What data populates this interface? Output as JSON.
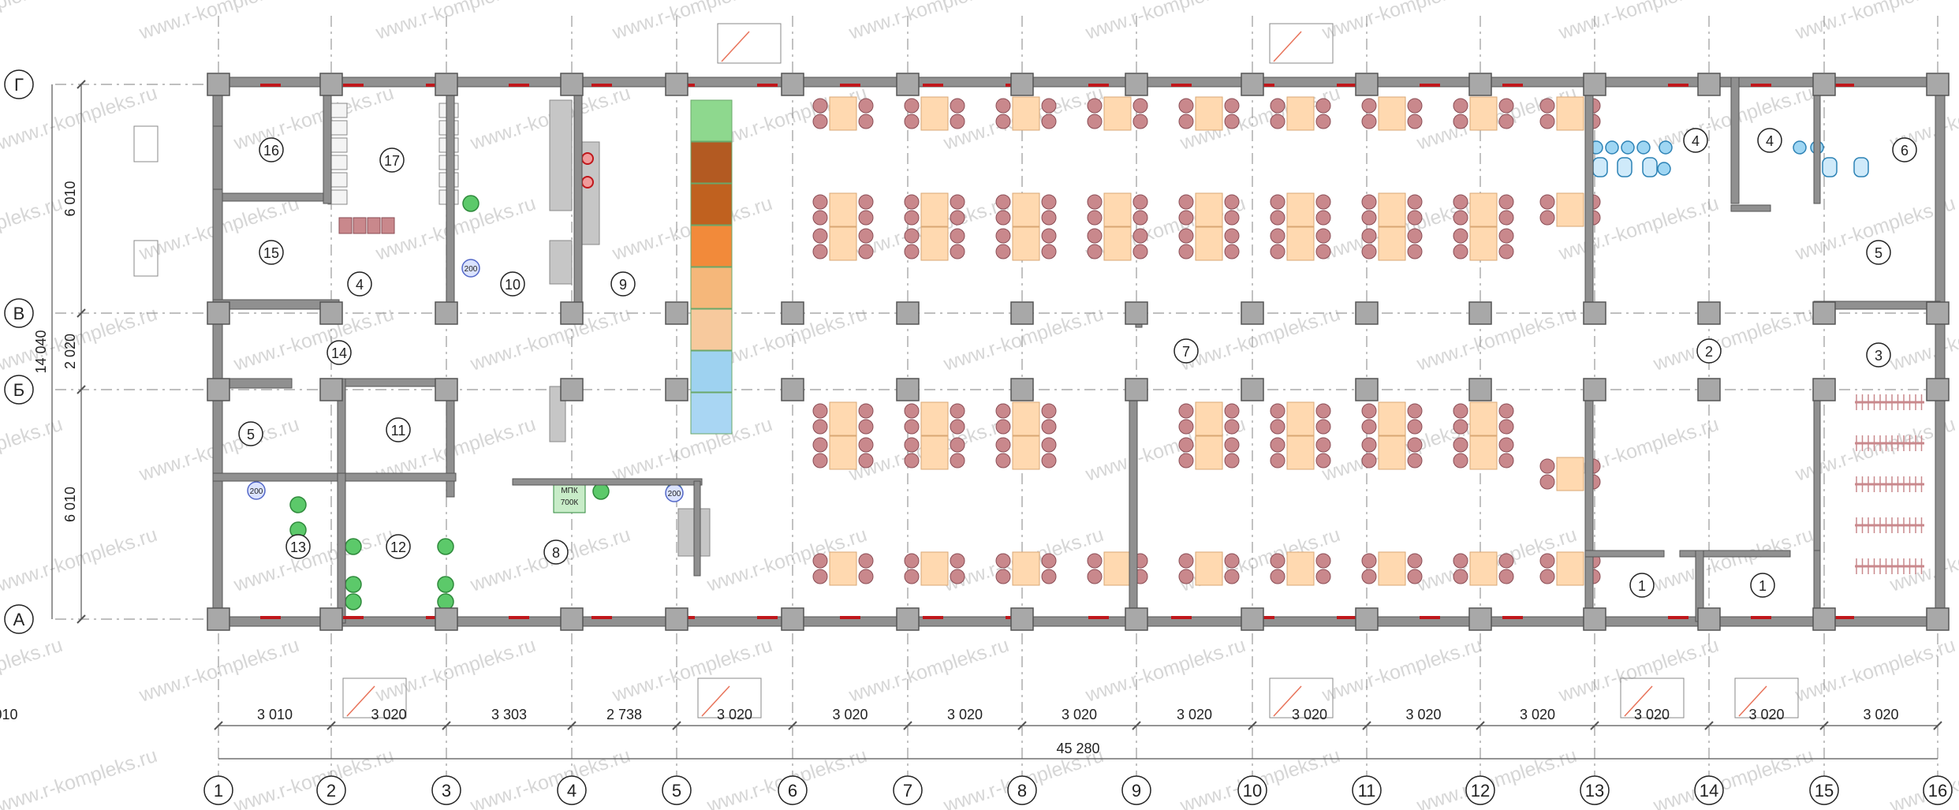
{
  "watermark": "www.r-kompleks.ru",
  "rows": [
    {
      "label": "Г"
    },
    {
      "label": "В"
    },
    {
      "label": "Б"
    },
    {
      "label": "А"
    }
  ],
  "columns": [
    "1",
    "2",
    "3",
    "4",
    "5",
    "6",
    "7",
    "8",
    "9",
    "10",
    "11",
    "12",
    "13",
    "14",
    "15",
    "16"
  ],
  "dims_bottom": [
    "3 010",
    "3 020",
    "3 303",
    "2 738",
    "3 020",
    "3 020",
    "3 020",
    "3 020",
    "3 020",
    "3 020",
    "3 020",
    "3 020",
    "3 020",
    "3 020",
    "3 020",
    "3 010"
  ],
  "dim_total": "45 280",
  "dims_left": [
    "6 010",
    "2 020",
    "6 010"
  ],
  "dim_left_total": "14 040",
  "rooms": [
    {
      "no": "16"
    },
    {
      "no": "15"
    },
    {
      "no": "17"
    },
    {
      "no": "4",
      "id": "a"
    },
    {
      "no": "10"
    },
    {
      "no": "9"
    },
    {
      "no": "14"
    },
    {
      "no": "5",
      "id": "a"
    },
    {
      "no": "11"
    },
    {
      "no": "13"
    },
    {
      "no": "12"
    },
    {
      "no": "8"
    },
    {
      "no": "7"
    },
    {
      "no": "4",
      "id": "b"
    },
    {
      "no": "4",
      "id": "c"
    },
    {
      "no": "6"
    },
    {
      "no": "5",
      "id": "b"
    },
    {
      "no": "2"
    },
    {
      "no": "3"
    },
    {
      "no": "1",
      "id": "a"
    },
    {
      "no": "1",
      "id": "b"
    }
  ],
  "equipment_labels": {
    "cart_capacity": "200",
    "mpk_line1": "МПК",
    "mpk_line2": "700К"
  },
  "colors": {
    "wall": "#909090",
    "column": "#a8a8a8",
    "table": "#ffd9b0",
    "chair": "#c9888c",
    "door": "#e8735a",
    "window": "#c0171b",
    "dim_line": "#555555",
    "grid": "#999999"
  }
}
